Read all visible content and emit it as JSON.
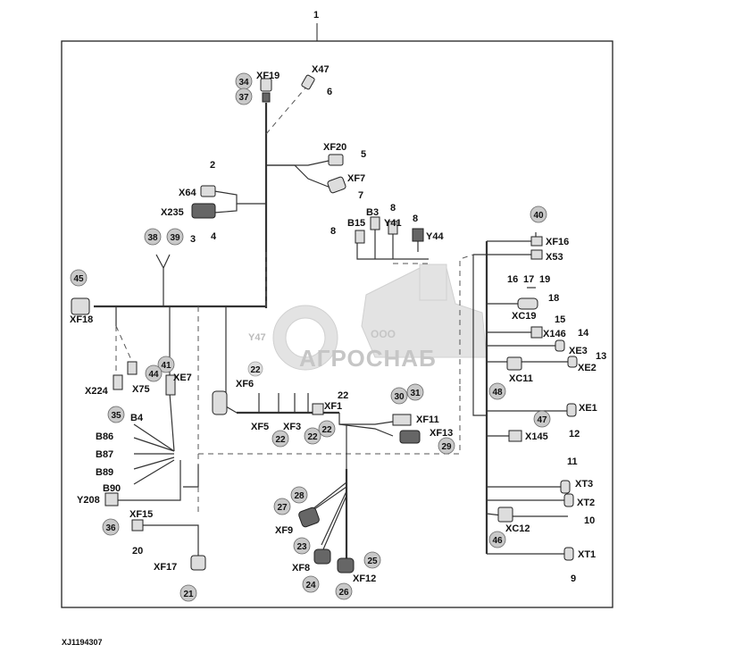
{
  "diagram": {
    "title_number": "1",
    "figure_id": "XJ1194307",
    "watermark": {
      "line1": "ООО",
      "line2": "АГРОСНАБ"
    },
    "connectors": {
      "xf19": "XF19",
      "x47": "X47",
      "xf20": "XF20",
      "xf7": "XF7",
      "x64": "X64",
      "x235": "X235",
      "b3": "B3",
      "b15": "B15",
      "y41": "Y41",
      "y44": "Y44",
      "xf16": "XF16",
      "x53": "X53",
      "xf18": "XF18",
      "xc19": "XC19",
      "x146": "X146",
      "y47": "Y47",
      "xe3": "XE3",
      "xe2": "XE2",
      "xc11": "XC11",
      "x224": "X224",
      "x75": "X75",
      "xe7": "XE7",
      "b4": "B4",
      "b86": "B86",
      "b87": "B87",
      "b89": "B89",
      "b90": "B90",
      "y208": "Y208",
      "xf15": "XF15",
      "xf17": "XF17",
      "xf1": "XF1",
      "xf5": "XF5",
      "xf3": "XF3",
      "xf6": "XF6",
      "xf11": "XF11",
      "xf13": "XF13",
      "xe1": "XE1",
      "x145": "X145",
      "xt3": "XT3",
      "xt2": "XT2",
      "xc12": "XC12",
      "xt1": "XT1",
      "xf9": "XF9",
      "xf8": "XF8",
      "xf12": "XF12"
    },
    "callouts": {
      "n2": "2",
      "n3": "3",
      "n4": "4",
      "n5": "5",
      "n6": "6",
      "n7": "7",
      "n8a": "8",
      "n8b": "8",
      "n8c": "8",
      "n9": "9",
      "n10": "10",
      "n11": "11",
      "n12": "12",
      "n13": "13",
      "n14": "14",
      "n15": "15",
      "n16": "16",
      "n17": "17",
      "n18": "18",
      "n19": "19",
      "n20": "20",
      "n21": "21",
      "n22a": "22",
      "n22b": "22",
      "n22c": "22",
      "n22d": "22",
      "n22e": "22",
      "n23": "23",
      "n24": "24",
      "n25": "25",
      "n26": "26",
      "n27": "27",
      "n28": "28",
      "n29": "29",
      "n30": "30",
      "n31": "31",
      "n34": "34",
      "n35": "35",
      "n36": "36",
      "n37": "37",
      "n38": "38",
      "n39": "39",
      "n40": "40",
      "n41": "41",
      "n44": "44",
      "n45": "45",
      "n46": "46",
      "n47": "47",
      "n48": "48"
    }
  }
}
